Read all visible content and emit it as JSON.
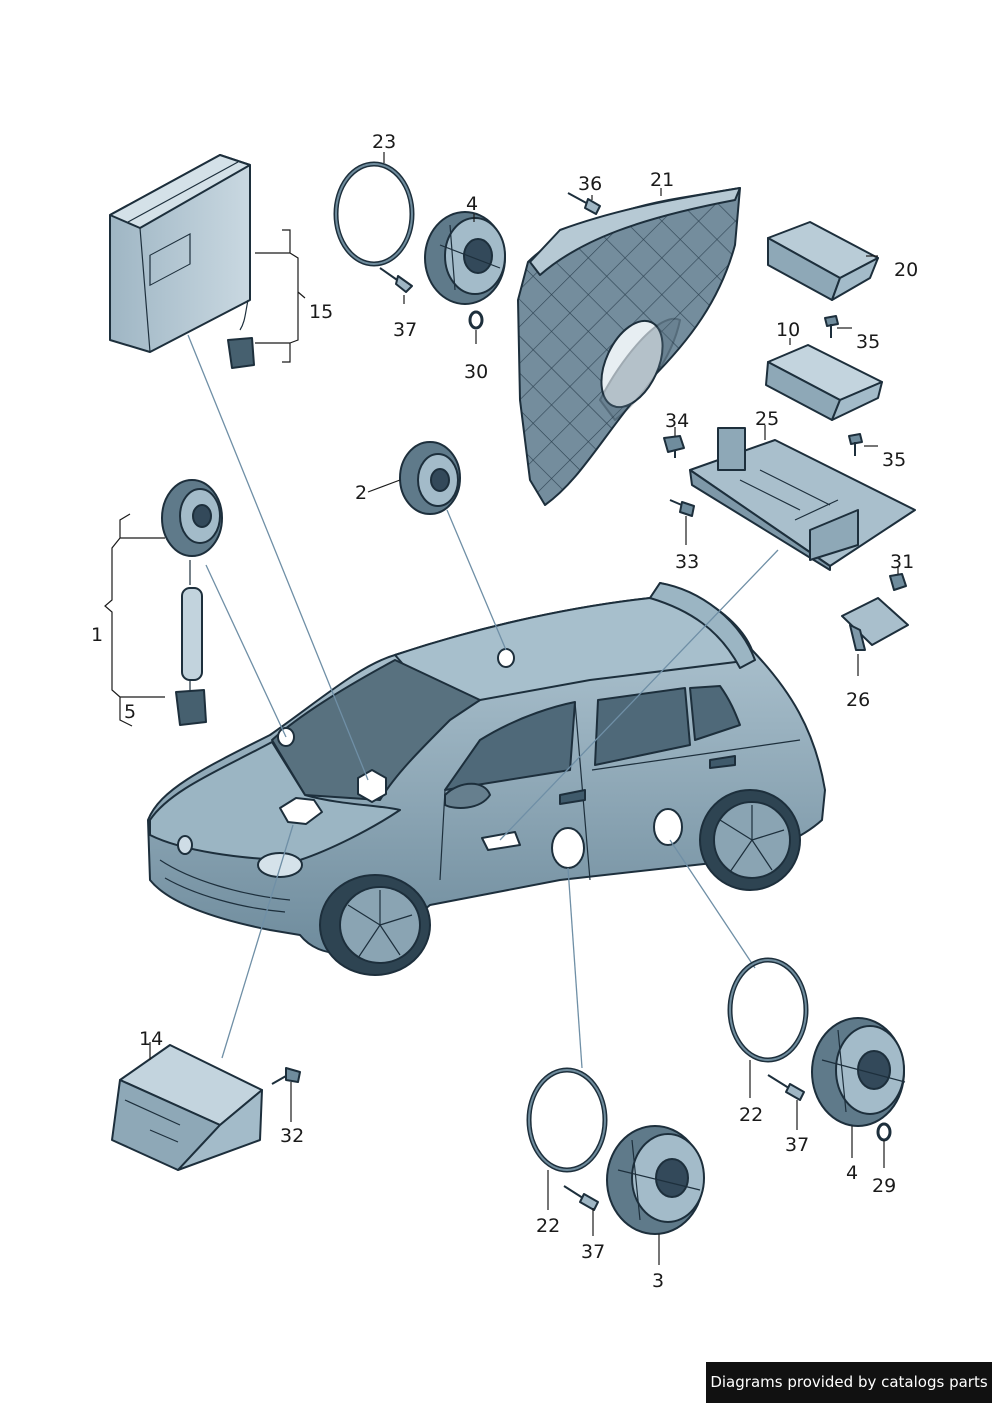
{
  "labels": {
    "p1": "1",
    "p2": "2",
    "p3": "3",
    "p4a": "4",
    "p4b": "4",
    "p5": "5",
    "p10": "10",
    "p14": "14",
    "p15": "15",
    "p20": "20",
    "p21": "21",
    "p22a": "22",
    "p22b": "22",
    "p23": "23",
    "p25": "25",
    "p26": "26",
    "p29": "29",
    "p30": "30",
    "p31": "31",
    "p32": "32",
    "p33": "33",
    "p34": "34",
    "p35a": "35",
    "p35b": "35",
    "p36": "36",
    "p37a": "37",
    "p37b": "37",
    "p37c": "37"
  },
  "credit": "Diagrams provided by catalogs parts"
}
